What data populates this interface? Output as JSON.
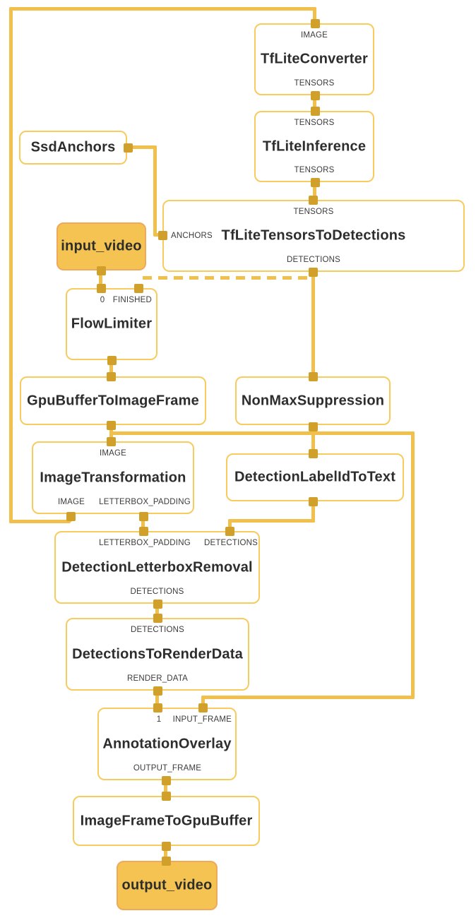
{
  "diagram": {
    "type": "mediapipe-graph-visualization",
    "colors": {
      "edge": "#F1BF4B",
      "node_border": "#F8CB5F",
      "port_marker": "#D1A02B",
      "packet_fill": "#F5C351",
      "packet_border": "#EFA85C",
      "title_text": "#2d2d2d",
      "port_label_text": "#3b3b3b",
      "background": "#ffffff"
    },
    "nodes": {
      "tflite_converter": {
        "title": "TfLiteConverter",
        "in_top": "IMAGE",
        "out_bottom": "TENSORS"
      },
      "tflite_inference": {
        "title": "TfLiteInference",
        "in_top": "TENSORS",
        "out_bottom": "TENSORS"
      },
      "tflite_tensors_to_detections": {
        "title": "TfLiteTensorsToDetections",
        "in_top": "TENSORS",
        "in_left": "ANCHORS",
        "out_bottom": "DETECTIONS"
      },
      "ssd_anchors": {
        "title": "SsdAnchors"
      },
      "input_video": {
        "title": "input_video"
      },
      "flow_limiter": {
        "title": "FlowLimiter",
        "in_top_1": "0",
        "in_top_2": "FINISHED"
      },
      "gpu_buffer_to_image_frame": {
        "title": "GpuBufferToImageFrame"
      },
      "non_max_suppression": {
        "title": "NonMaxSuppression"
      },
      "image_transformation": {
        "title": "ImageTransformation",
        "in_top": "IMAGE",
        "out_bottom_1": "IMAGE",
        "out_bottom_2": "LETTERBOX_PADDING"
      },
      "detection_label_id_to_text": {
        "title": "DetectionLabelIdToText"
      },
      "detection_letterbox_removal": {
        "title": "DetectionLetterboxRemoval",
        "in_top_1": "LETTERBOX_PADDING",
        "in_top_2": "DETECTIONS",
        "out_bottom": "DETECTIONS"
      },
      "detections_to_render_data": {
        "title": "DetectionsToRenderData",
        "in_top": "DETECTIONS",
        "out_bottom": "RENDER_DATA"
      },
      "annotation_overlay": {
        "title": "AnnotationOverlay",
        "in_top_1": "1",
        "in_top_2": "INPUT_FRAME",
        "out_bottom": "OUTPUT_FRAME"
      },
      "image_frame_to_gpu_buffer": {
        "title": "ImageFrameToGpuBuffer"
      },
      "output_video": {
        "title": "output_video"
      }
    },
    "edges": [
      {
        "from": "input_video",
        "to": "FlowLimiter:0",
        "style": "solid"
      },
      {
        "from": "TfLiteTensorsToDetections:DETECTIONS",
        "to": "FlowLimiter:FINISHED",
        "style": "dashed"
      },
      {
        "from": "FlowLimiter",
        "to": "GpuBufferToImageFrame",
        "style": "solid"
      },
      {
        "from": "GpuBufferToImageFrame",
        "to": "ImageTransformation:IMAGE",
        "style": "solid"
      },
      {
        "from": "GpuBufferToImageFrame",
        "to": "AnnotationOverlay:INPUT_FRAME",
        "style": "solid"
      },
      {
        "from": "ImageTransformation:IMAGE",
        "to": "TfLiteConverter:IMAGE",
        "style": "solid"
      },
      {
        "from": "ImageTransformation:LETTERBOX_PADDING",
        "to": "DetectionLetterboxRemoval:LETTERBOX_PADDING",
        "style": "solid"
      },
      {
        "from": "TfLiteConverter:TENSORS",
        "to": "TfLiteInference:TENSORS",
        "style": "solid"
      },
      {
        "from": "TfLiteInference:TENSORS",
        "to": "TfLiteTensorsToDetections:TENSORS",
        "style": "solid"
      },
      {
        "from": "SsdAnchors",
        "to": "TfLiteTensorsToDetections:ANCHORS",
        "style": "solid"
      },
      {
        "from": "TfLiteTensorsToDetections:DETECTIONS",
        "to": "NonMaxSuppression",
        "style": "solid"
      },
      {
        "from": "NonMaxSuppression",
        "to": "DetectionLabelIdToText",
        "style": "solid"
      },
      {
        "from": "DetectionLabelIdToText",
        "to": "DetectionLetterboxRemoval:DETECTIONS",
        "style": "solid"
      },
      {
        "from": "DetectionLetterboxRemoval:DETECTIONS",
        "to": "DetectionsToRenderData:DETECTIONS",
        "style": "solid"
      },
      {
        "from": "DetectionsToRenderData:RENDER_DATA",
        "to": "AnnotationOverlay:1",
        "style": "solid"
      },
      {
        "from": "AnnotationOverlay:OUTPUT_FRAME",
        "to": "ImageFrameToGpuBuffer",
        "style": "solid"
      },
      {
        "from": "ImageFrameToGpuBuffer",
        "to": "output_video",
        "style": "solid"
      }
    ]
  }
}
